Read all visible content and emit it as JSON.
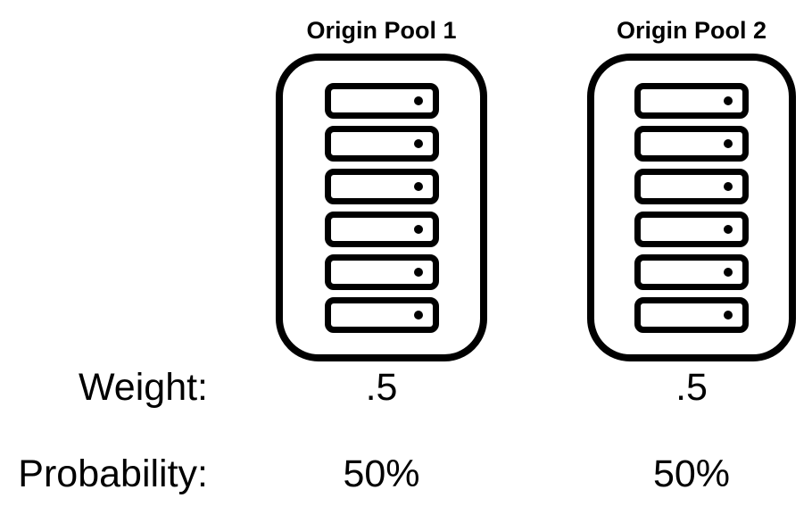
{
  "colors": {
    "ink": "#000000",
    "background": "#ffffff"
  },
  "rows": {
    "weight_label": "Weight:",
    "probability_label": "Probability:"
  },
  "pools": [
    {
      "title": "Origin Pool 1",
      "server_count": 6,
      "weight": ".5",
      "probability": "50%"
    },
    {
      "title": "Origin Pool 2",
      "server_count": 6,
      "weight": ".5",
      "probability": "50%"
    }
  ]
}
